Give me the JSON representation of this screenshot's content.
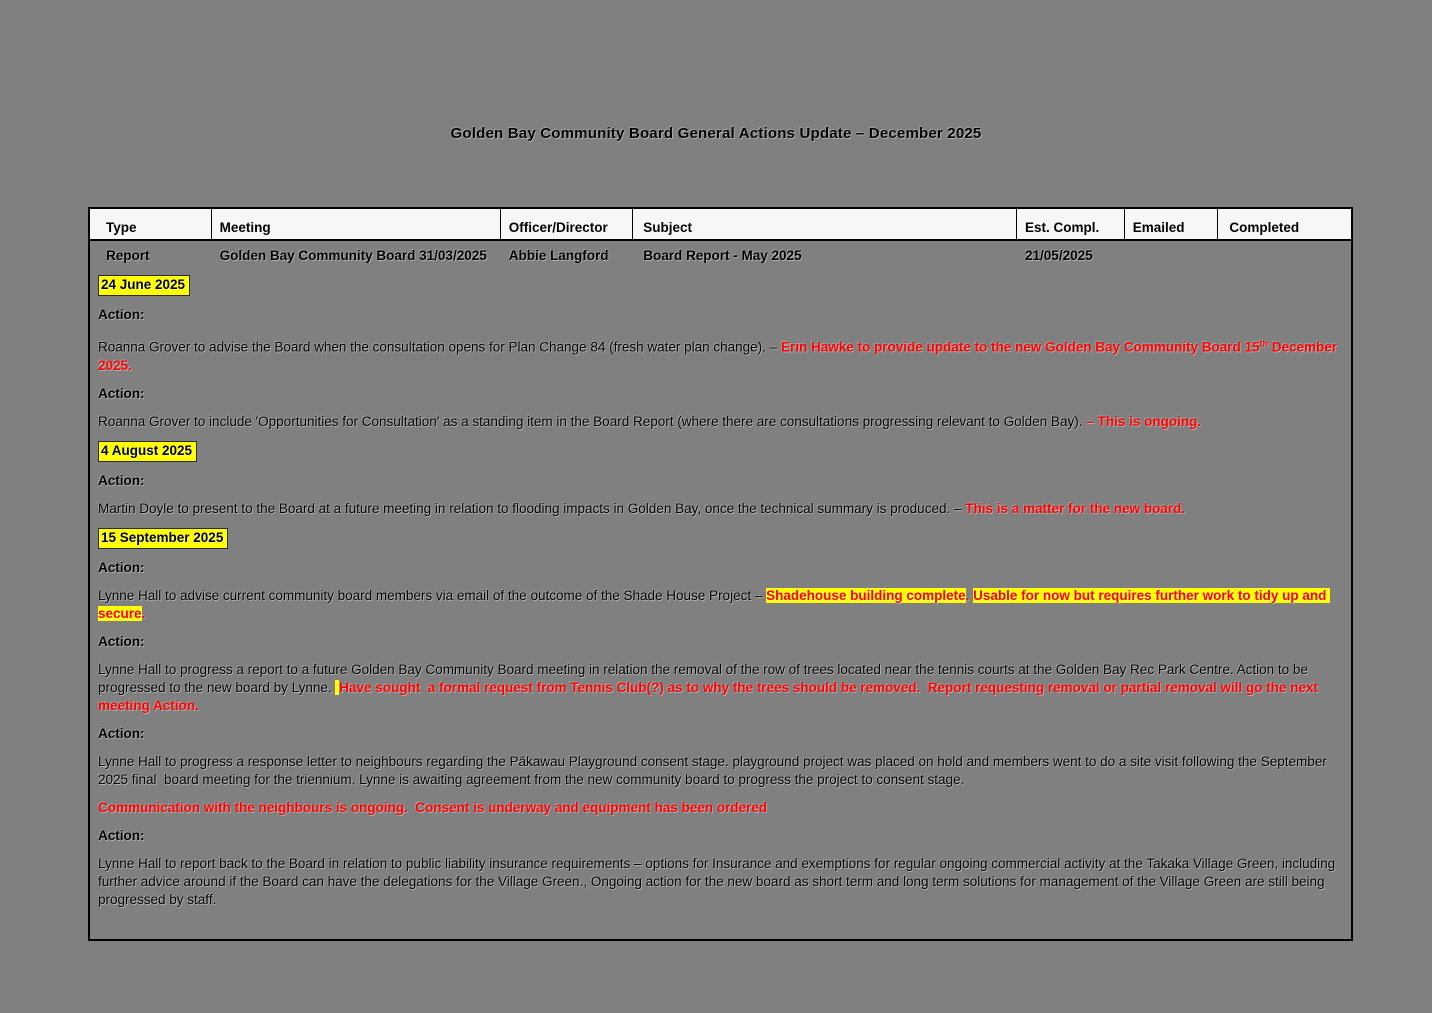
{
  "page": {
    "title": "Golden Bay Community Board General Actions Update –  December 2025"
  },
  "colors": {
    "page_bg": "#808080",
    "highlight": "#ffff00",
    "red_text": "#ff0000",
    "header_bg": "#f7f7f7"
  },
  "table": {
    "headers": [
      "Type",
      "Meeting",
      "Officer/Director",
      "Subject",
      "Est. Compl.",
      "Emailed",
      "Completed"
    ],
    "row": {
      "type": "Report",
      "meeting": "Golden Bay Community Board 31/03/2025",
      "officer": "Abbie Langford",
      "subject": "Board Report - May 2025",
      "est_compl": "21/05/2025",
      "emailed": "",
      "completed": ""
    }
  },
  "content": {
    "blocks": [
      {
        "type": "date",
        "text": "24 June 2025"
      },
      {
        "type": "label",
        "text": "Action:"
      },
      {
        "type": "para",
        "segments": [
          {
            "style": "black",
            "text": "Roanna Grover to advise the Board when the consultation opens for Plan Change 84 (fresh water plan change). – "
          },
          {
            "style": "red",
            "text": "Erin Hawke to provide update to the new Golden Bay Community Board 15"
          },
          {
            "style": "red-sup",
            "text": "th"
          },
          {
            "style": "red",
            "text": " December 2025."
          }
        ]
      },
      {
        "type": "label",
        "text": "Action:"
      },
      {
        "type": "para",
        "segments": [
          {
            "style": "black",
            "text": "Roanna Grover to include 'Opportunities for Consultation' as a standing item in the Board Report (where there are consultations progressing relevant to Golden Bay). "
          },
          {
            "style": "red",
            "text": "– This is ongoing."
          }
        ]
      },
      {
        "type": "date",
        "text": "4 August 2025"
      },
      {
        "type": "label",
        "text": "Action:"
      },
      {
        "type": "para",
        "segments": [
          {
            "style": "black",
            "text": "Martin Doyle to present to the Board at a future meeting in relation to flooding impacts in Golden Bay, once the technical summary is produced. – "
          },
          {
            "style": "red",
            "text": "This is a matter for the new board."
          }
        ]
      },
      {
        "type": "date",
        "text": "15 September 2025"
      },
      {
        "type": "label",
        "text": "Action:"
      },
      {
        "type": "para",
        "segments": [
          {
            "style": "black",
            "text": "Lynne Hall to advise current community board members via email of the outcome of the Shade House Project – "
          },
          {
            "style": "redhl",
            "text": "Shadehouse building complete"
          },
          {
            "style": "red",
            "text": ". "
          },
          {
            "style": "redhl",
            "text": "Usable for now but requires further work to tidy up and secure"
          },
          {
            "style": "red",
            "text": "."
          }
        ]
      },
      {
        "type": "label",
        "text": "Action:"
      },
      {
        "type": "para",
        "segments": [
          {
            "style": "black",
            "text": "Lynne Hall to progress a report to a future Golden Bay Community Board meeting in relation the removal of the row of trees located near the tennis courts at the Golden Bay Rec Park Centre. Action to be progressed to the new board by Lynne. "
          },
          {
            "style": "yellowmark",
            "text": " "
          },
          {
            "style": "red",
            "text": "Have sought  a formal request from Tennis Club(?) as to why the trees should be removed.  Report requesting removal or partial removal will go the next meeting Action."
          }
        ]
      },
      {
        "type": "label",
        "text": "Action:"
      },
      {
        "type": "para",
        "segments": [
          {
            "style": "black",
            "text": "Lynne Hall to progress a response letter to neighbours regarding the Pākawau Playground consent stage. playground project was placed on hold and members went to do a site visit following the September 2025 final  board meeting for the triennium. Lynne is awaiting agreement from the new community board to progress the project to consent stage."
          }
        ]
      },
      {
        "type": "para",
        "segments": [
          {
            "style": "red",
            "text": "Communication with the neighbours is ongoing.  Consent is underway and equipment has been ordered"
          }
        ]
      },
      {
        "type": "label",
        "text": "Action:"
      },
      {
        "type": "para",
        "segments": [
          {
            "style": "black",
            "text": "Lynne Hall to report back to the Board in relation to public liability insurance requirements – options for Insurance and exemptions for regular ongoing commercial activity at the Takaka Village Green, including further advice around if the Board can have the delegations for the Village Green., Ongoing action for the new board as short term and long term solutions for management of the Village Green are still being progressed by staff."
          }
        ]
      }
    ]
  }
}
